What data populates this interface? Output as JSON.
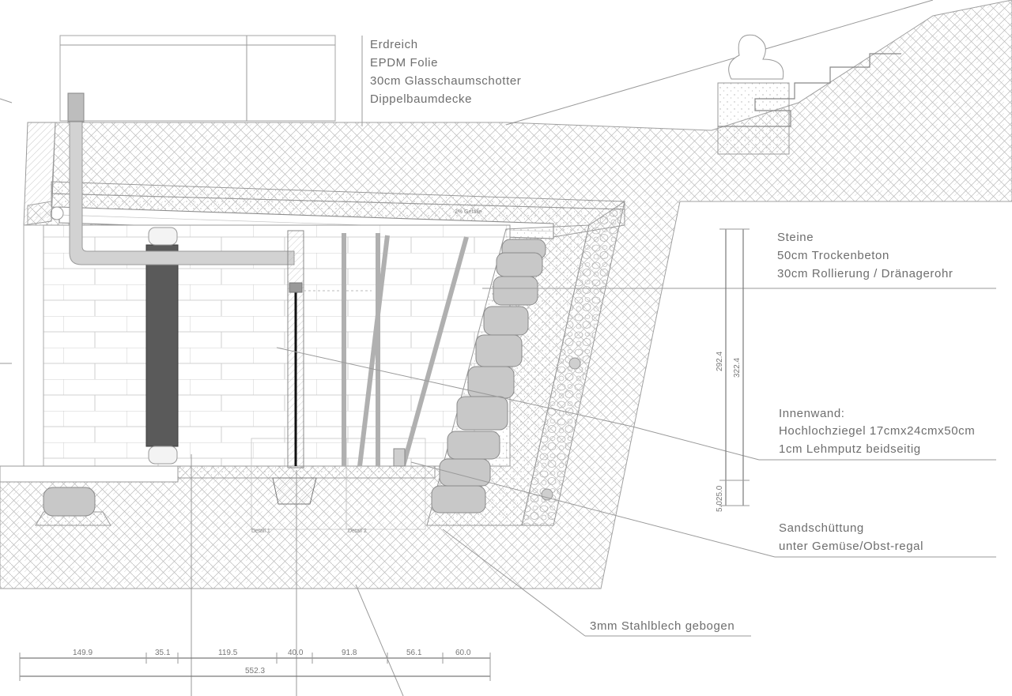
{
  "labels": {
    "top_layers": [
      "Erdreich",
      "EPDM Folie",
      "30cm Glasschaumschotter",
      "Dippelbaumdecke"
    ],
    "wall_layers": [
      "Steine",
      "50cm Trockenbeton",
      "30cm Rollierung / Dränagerohr"
    ],
    "inner_wall": [
      "Innenwand:",
      "Hochlochziegel 17cmx24cmx50cm",
      "1cm Lehmputz beidseitig"
    ],
    "sand": [
      "Sandschüttung",
      "unter Gemüse/Obst-regal"
    ],
    "steel": "3mm Stahlblech gebogen",
    "slope": "2% Gefälle",
    "detail_1": "Detail 1",
    "detail_2": "Detail 2"
  },
  "dimensions": {
    "bottom": [
      "149.9",
      "35.1",
      "119.5",
      "40.0",
      "91.8",
      "56.1",
      "60.0"
    ],
    "total": "552.3",
    "vertical": [
      "292.4",
      "322.4",
      "5.025.0"
    ]
  },
  "colors": {
    "line": "#9a9a9a",
    "text": "#6e6e6e",
    "column": "#5a5a5a",
    "stone_fill": "#c8c8c8",
    "stone_stroke": "#8a8a8a"
  }
}
